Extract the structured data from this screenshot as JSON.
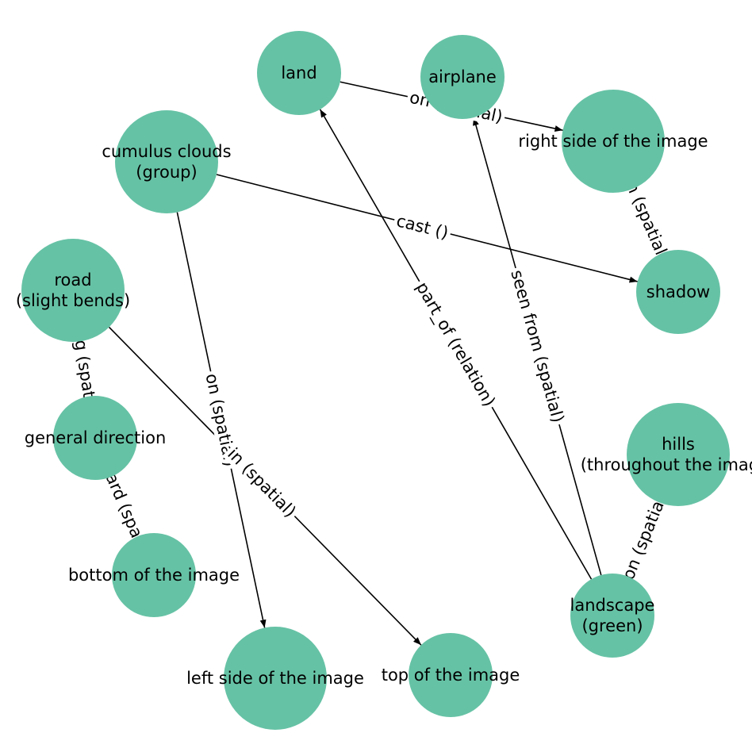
{
  "colors": {
    "node": "#66c2a5",
    "edge": "#000000",
    "background": "#ffffff"
  },
  "nodes": [
    {
      "id": "land",
      "label": [
        "land"
      ]
    },
    {
      "id": "airplane",
      "label": [
        "airplane"
      ]
    },
    {
      "id": "right_side",
      "label": [
        "right side of the image"
      ]
    },
    {
      "id": "cumulus",
      "label": [
        "cumulus clouds",
        "(group)"
      ]
    },
    {
      "id": "road",
      "label": [
        "road",
        "(slight bends)"
      ]
    },
    {
      "id": "shadow",
      "label": [
        "shadow"
      ]
    },
    {
      "id": "general_direction",
      "label": [
        "general direction"
      ]
    },
    {
      "id": "hills",
      "label": [
        "hills",
        "(throughout the image)"
      ]
    },
    {
      "id": "bottom",
      "label": [
        "bottom of the image"
      ]
    },
    {
      "id": "landscape",
      "label": [
        "landscape",
        "(green)"
      ]
    },
    {
      "id": "left_side",
      "label": [
        "left side of the image"
      ]
    },
    {
      "id": "top",
      "label": [
        "top of the image"
      ]
    }
  ],
  "edges": [
    {
      "source": "land",
      "target": "right_side",
      "label": "on (spatial)",
      "directed": true
    },
    {
      "source": "cumulus",
      "target": "shadow",
      "label": "cast ()",
      "directed": true
    },
    {
      "source": "cumulus",
      "target": "left_side",
      "label": "on (spatial)",
      "directed": true
    },
    {
      "source": "landscape",
      "target": "land",
      "label": "part_of (relation)",
      "directed": true
    },
    {
      "source": "landscape",
      "target": "airplane",
      "label": "seen from (spatial)",
      "directed": true
    },
    {
      "source": "road",
      "target": "top",
      "label": "in (spatial)",
      "directed": true
    },
    {
      "source": "road",
      "target": "general_direction",
      "label": "along (spatial)",
      "directed": true
    },
    {
      "source": "general_direction",
      "target": "bottom",
      "label": "toward (spatial)",
      "directed": true
    },
    {
      "source": "right_side",
      "target": "shadow",
      "label": "on (spatial)",
      "directed": true
    },
    {
      "source": "hills",
      "target": "landscape",
      "label": "on (spatial)",
      "directed": true
    }
  ]
}
